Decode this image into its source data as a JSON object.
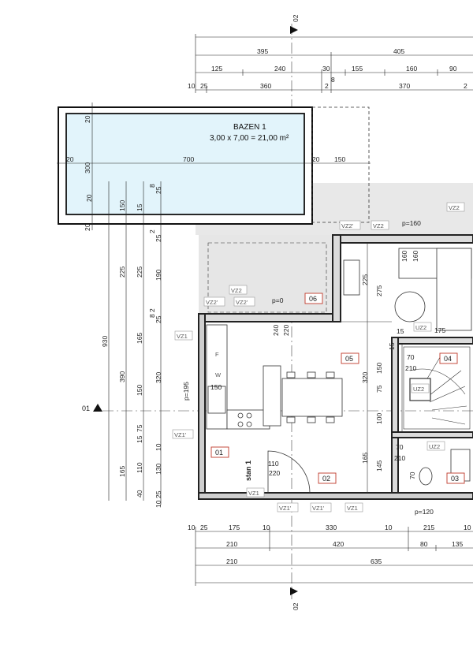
{
  "colors": {
    "pool_water": "#e2f4fb",
    "shade": "#e8e8e8",
    "room_badge": "#c0392b",
    "wall": "#222222"
  },
  "section_marks": {
    "top": "02",
    "bottom": "02",
    "left": "01"
  },
  "top_dims": {
    "row1": [
      "395",
      "405"
    ],
    "row2": [
      "125",
      "240",
      "30",
      "155",
      "160",
      "90"
    ],
    "row3": [
      "10",
      "25",
      "360",
      "2",
      "8",
      "370",
      "2"
    ]
  },
  "bottom_dims": {
    "row1": [
      "10",
      "25",
      "175",
      "10",
      "330",
      "10",
      "215",
      "10"
    ],
    "row2": [
      "210",
      "420",
      "80",
      "135"
    ],
    "row3": [
      "210",
      "635"
    ]
  },
  "pool": {
    "name": "BAZEN 1",
    "area": "3,00 x 7,00 = 21,00 m²",
    "dims": [
      "20",
      "20",
      "700",
      "20",
      "150",
      "300",
      "20",
      "20"
    ]
  },
  "left_dims": {
    "total": "930",
    "col2": [
      "225",
      "390",
      "165"
    ],
    "col3": [
      "150",
      "225",
      "165",
      "150",
      "75",
      "15",
      "110",
      "40"
    ],
    "col4": [
      "8",
      "25",
      "15",
      "25",
      "2",
      "190",
      "25",
      "2",
      "8",
      "320",
      "10",
      "130",
      "25",
      "10"
    ]
  },
  "interior_dims": [
    "160",
    "160",
    "225",
    "275",
    "240",
    "220",
    "320",
    "150",
    "75",
    "100",
    "165",
    "145",
    "15",
    "70",
    "210",
    "110",
    "220",
    "150",
    "15",
    "70",
    "210",
    "70",
    "175"
  ],
  "levels": [
    "p=160",
    "p=0",
    "p=195",
    "p=120"
  ],
  "tags": [
    "VZ2'",
    "VZ2",
    "VZ2",
    "VZ2",
    "VZ2'",
    "VZ2'",
    "VZ1",
    "UZ2",
    "VZ1'",
    "UZ2",
    "UZ2",
    "VZ1",
    "VZ1'",
    "VZ1'",
    "VZ1"
  ],
  "rooms": [
    "06",
    "05",
    "04",
    "01",
    "02",
    "03"
  ],
  "unit_label": "stan 1",
  "appliances": [
    "F",
    "W"
  ]
}
